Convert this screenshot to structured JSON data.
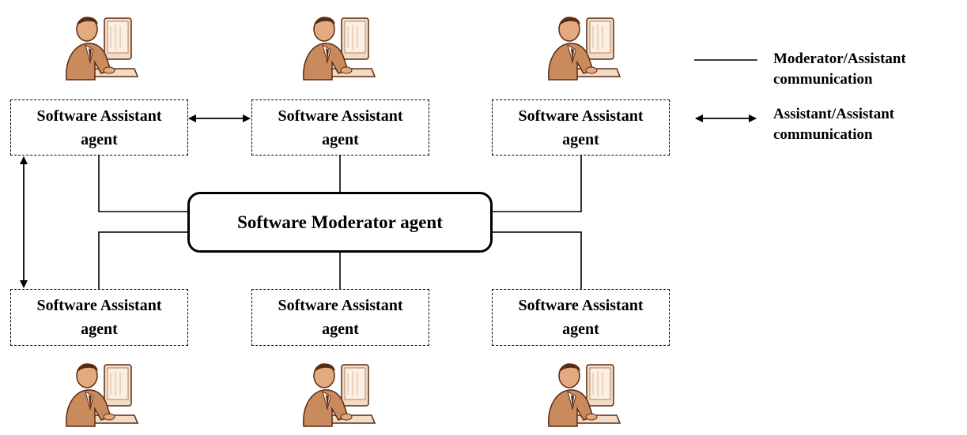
{
  "moderator": {
    "label": "Software Moderator agent"
  },
  "assistants": [
    {
      "line1": "Software Assistant",
      "line2": "agent"
    },
    {
      "line1": "Software Assistant",
      "line2": "agent"
    },
    {
      "line1": "Software Assistant",
      "line2": "agent"
    },
    {
      "line1": "Software Assistant",
      "line2": "agent"
    },
    {
      "line1": "Software Assistant",
      "line2": "agent"
    },
    {
      "line1": "Software Assistant",
      "line2": "agent"
    }
  ],
  "legend": {
    "line_label_1": "Moderator/Assistant",
    "line_label_2": "communication",
    "arrow_label_1": "Assistant/Assistant",
    "arrow_label_2": "communication"
  },
  "icons": [
    "user-at-computer-icon"
  ],
  "colors": {
    "person_skin": "#c98a5e",
    "person_dark": "#5a2a12",
    "computer": "#f2dcc6"
  }
}
